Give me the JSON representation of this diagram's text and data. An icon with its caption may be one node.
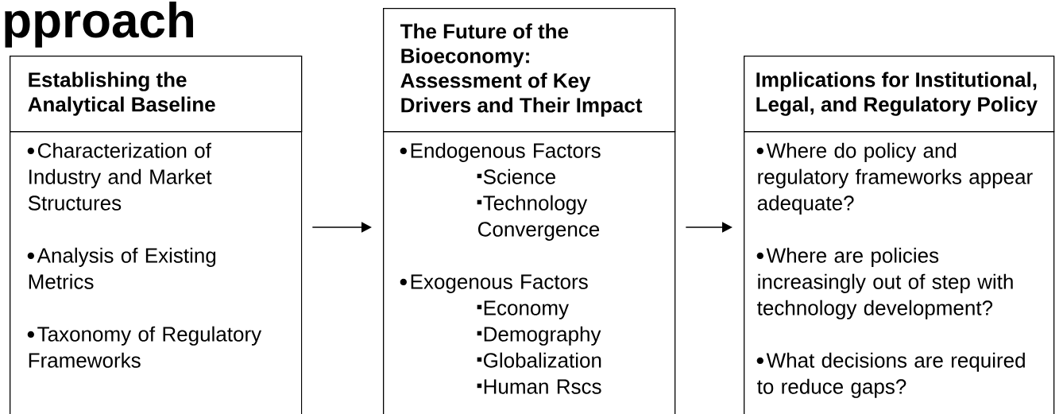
{
  "diagram": {
    "title": "pproach",
    "nodes": [
      {
        "text": [
          "Establishing the Analytical Baseline"
        ]
      },
      {
        "text": [
          "Characterization of Industry and Market Structures",
          "Analysis of Existing Metrics",
          "Taxonomy of Regulatory Frameworks"
        ]
      },
      {
        "text": [
          "The Future of the Bioeconomy: Assessment of Key Drivers and Their Impact"
        ]
      },
      {
        "text": [
          "Endogenous Factors",
          "Science",
          "Technology Convergence",
          "Exogenous Factors",
          "Economy",
          "Demography",
          "Globalization",
          "Human Rscs"
        ]
      },
      {
        "text": [
          "Implications for Institutional, Legal, and Regulatory Policy"
        ]
      },
      {
        "text": [
          "Where do policy and regulatory frameworks appear adequate?",
          "Where are policies increasingly out of step with technology development?",
          "What decisions are required to reduce gaps?"
        ]
      }
    ],
    "edges": [
      {
        "from": 1,
        "to": 3,
        "arrow": "to"
      },
      {
        "from": 3,
        "to": 5,
        "arrow": "to"
      }
    ]
  }
}
